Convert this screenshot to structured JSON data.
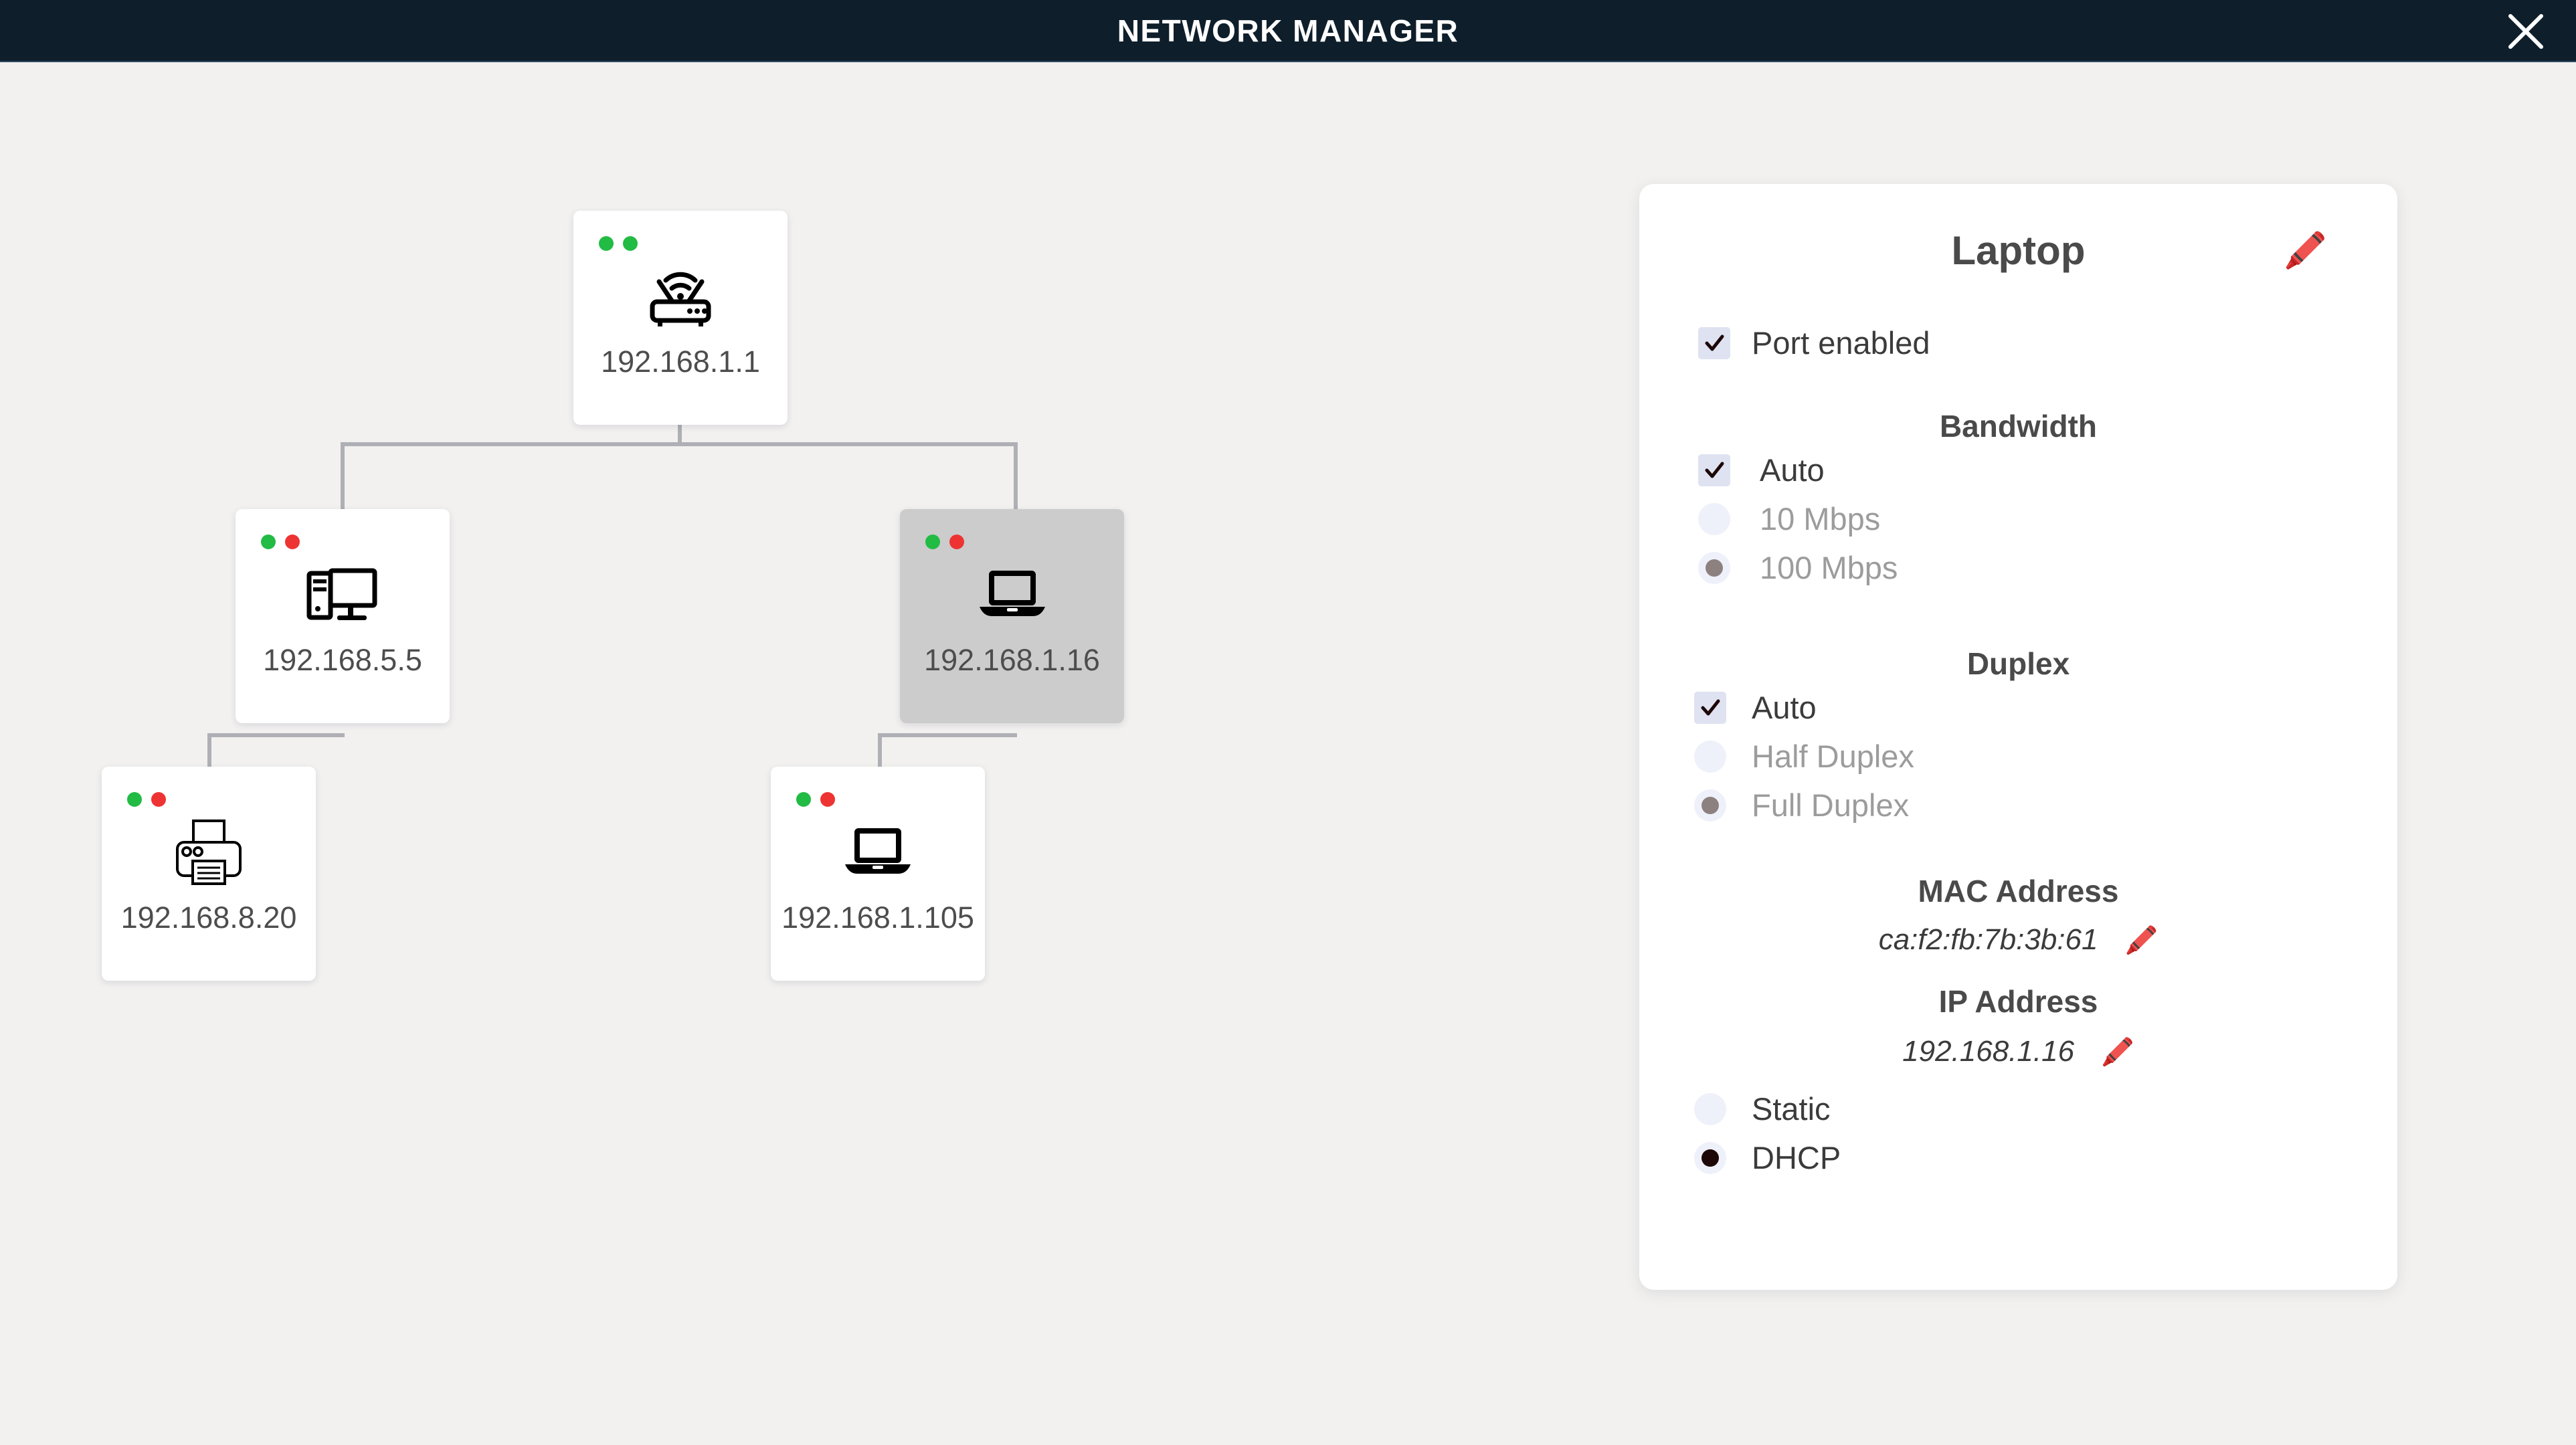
{
  "titlebar": {
    "title": "NETWORK MANAGER",
    "close_icon": "close-icon"
  },
  "topology": {
    "nodes": [
      {
        "id": "router",
        "ip": "192.168.1.1",
        "icon": "wifi-router-icon",
        "selected": false,
        "status_dots": [
          "green",
          "green"
        ]
      },
      {
        "id": "desktop",
        "ip": "192.168.5.5",
        "icon": "desktop-computer-icon",
        "selected": false,
        "status_dots": [
          "green",
          "red"
        ]
      },
      {
        "id": "laptop-selected",
        "ip": "192.168.1.16",
        "icon": "laptop-icon",
        "selected": true,
        "status_dots": [
          "green",
          "red"
        ]
      },
      {
        "id": "printer",
        "ip": "192.168.8.20",
        "icon": "printer-icon",
        "selected": false,
        "status_dots": [
          "green",
          "red"
        ]
      },
      {
        "id": "laptop-2",
        "ip": "192.168.1.105",
        "icon": "laptop-icon",
        "selected": false,
        "status_dots": [
          "green",
          "red"
        ]
      }
    ]
  },
  "panel": {
    "title": "Laptop",
    "edit_icon": "pencil-icon",
    "port_enabled": {
      "label": "Port enabled",
      "checked": true
    },
    "bandwidth": {
      "heading": "Bandwidth",
      "auto": {
        "label": "Auto",
        "checked": true
      },
      "options": [
        {
          "label": "10 Mbps",
          "selected": false
        },
        {
          "label": "100 Mbps",
          "selected": true
        }
      ]
    },
    "duplex": {
      "heading": "Duplex",
      "auto": {
        "label": "Auto",
        "checked": true
      },
      "options": [
        {
          "label": "Half Duplex",
          "selected": false
        },
        {
          "label": "Full Duplex",
          "selected": true
        }
      ]
    },
    "mac": {
      "heading": "MAC Address",
      "value": "ca:f2:fb:7b:3b:61",
      "edit_icon": "pencil-icon"
    },
    "ip": {
      "heading": "IP Address",
      "value": "192.168.1.16",
      "edit_icon": "pencil-icon"
    },
    "addressing": [
      {
        "label": "Static",
        "selected": false
      },
      {
        "label": "DHCP",
        "selected": true
      }
    ]
  },
  "colors": {
    "titlebar_bg": "#0e1f2b",
    "canvas_bg": "#f2f1ef",
    "node_bg": "#ffffff",
    "node_selected_bg": "#cccccc",
    "connector": "#aeb0b5",
    "status_green": "#22bb44",
    "status_red": "#ee3333",
    "checkbox_bg": "#dfe2f0",
    "radio_bg": "#eff1fa",
    "radio_pip_gray": "#8d8180",
    "radio_pip_dark": "#1d0707"
  }
}
